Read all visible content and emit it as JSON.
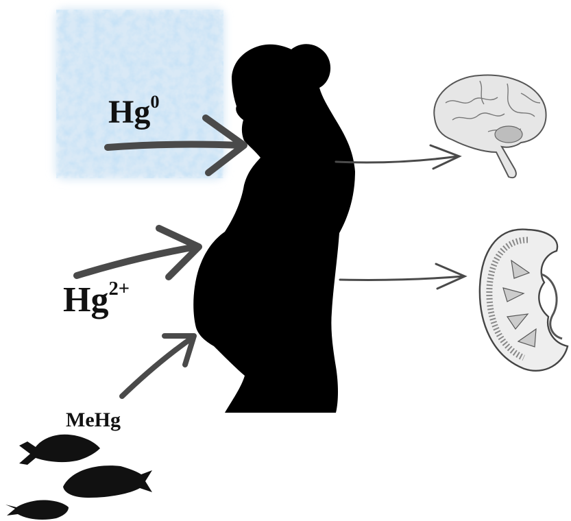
{
  "labels": {
    "hg0_base": "Hg",
    "hg0_sup": "0",
    "hg2_base": "Hg",
    "hg2_sup": "2+",
    "mehg": "MeHg"
  },
  "icons": {
    "air": "air-cloud-icon",
    "person": "pregnant-woman-silhouette-icon",
    "brain": "brain-icon",
    "kidney": "kidney-icon",
    "fish": "fish-icon"
  },
  "colors": {
    "air_fill": "#bcd8ee",
    "arrow": "#4a4a4a",
    "silhouette": "#000000",
    "organ_fill": "#e6e6e6",
    "organ_line": "#555555"
  }
}
